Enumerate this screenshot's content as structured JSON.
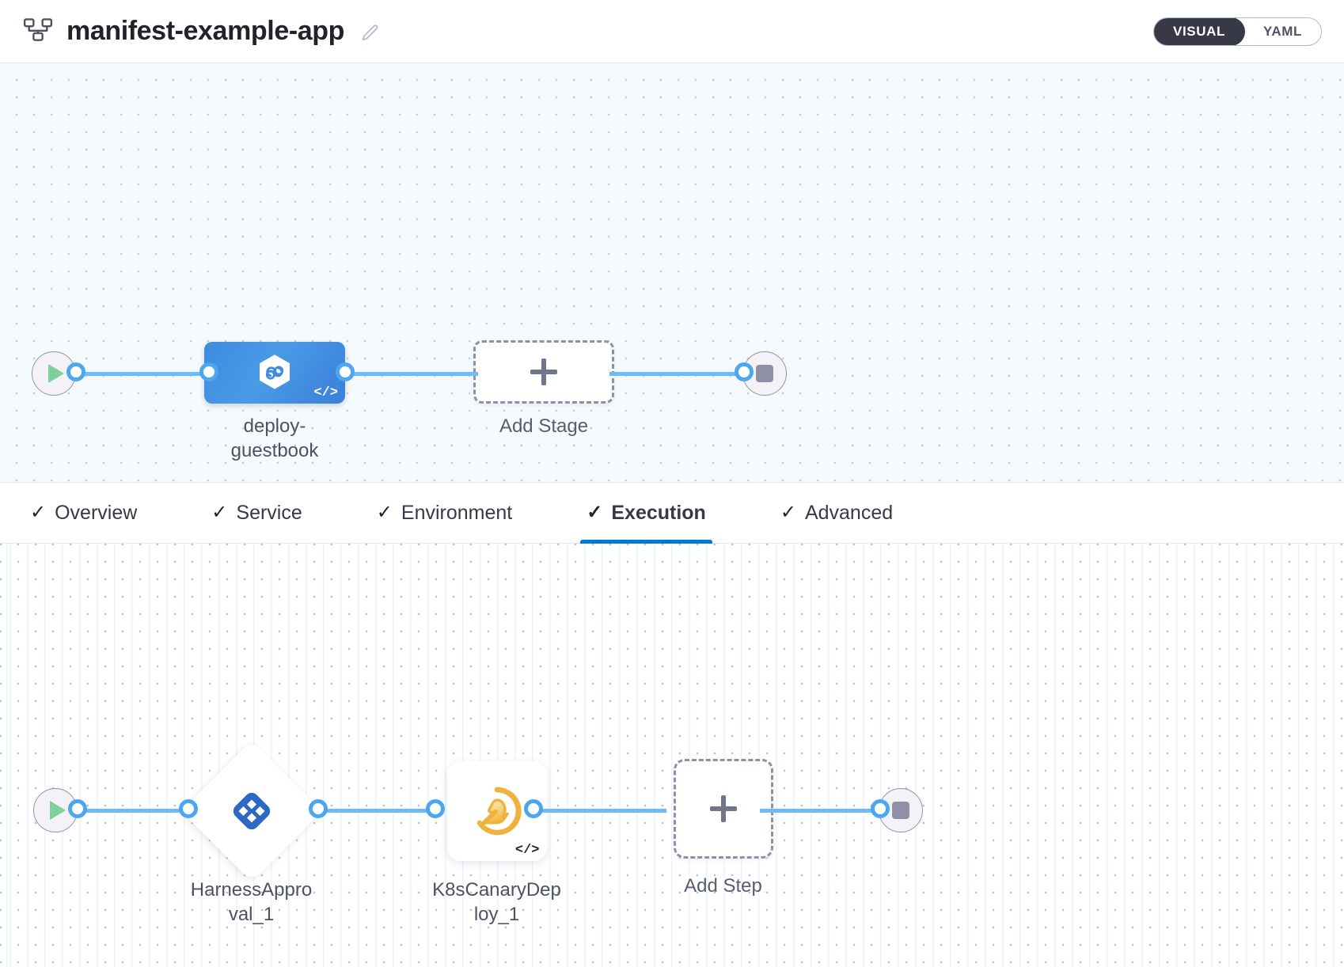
{
  "header": {
    "pipeline_icon": "pipeline-hierarchy-icon",
    "title": "manifest-example-app",
    "edit_icon": "edit-pencil-icon",
    "mode_toggle": {
      "options": [
        "VISUAL",
        "YAML"
      ],
      "selected": "VISUAL"
    }
  },
  "stage_canvas": {
    "start_node": {
      "icon": "play-icon"
    },
    "stage": {
      "label": "deploy-guestbook",
      "icon": "harness-cd-hexagon-icon",
      "code_badge": "</>",
      "color": "#3e8bdf"
    },
    "add_stage": {
      "label": "Add Stage",
      "icon": "plus-icon"
    },
    "end_node": {
      "icon": "stop-icon"
    }
  },
  "tabs": [
    {
      "label": "Overview",
      "check": "✓",
      "active": false
    },
    {
      "label": "Service",
      "check": "✓",
      "active": false
    },
    {
      "label": "Environment",
      "check": "✓",
      "active": false
    },
    {
      "label": "Execution",
      "check": "✓",
      "active": true
    },
    {
      "label": "Advanced",
      "check": "✓",
      "active": false
    }
  ],
  "execution_canvas": {
    "start_node": {
      "icon": "play-icon"
    },
    "steps": [
      {
        "label": "HarnessApproval_1",
        "icon": "harness-approval-icon",
        "shape": "diamond",
        "color": "#2c68c4"
      },
      {
        "label": "K8sCanaryDeploy_1",
        "icon": "canary-bird-icon",
        "shape": "square",
        "code_badge": "</>",
        "color": "#efb33d"
      }
    ],
    "add_step": {
      "label": "Add Step",
      "icon": "plus-icon"
    },
    "end_node": {
      "icon": "stop-icon"
    }
  },
  "theme": {
    "accent_blue": "#0278d5",
    "connector_blue": "#6dbcf5",
    "toggle_active_bg": "#383946",
    "canvas_top_bg": "#f4fafd",
    "canvas_bottom_bg": "#ffffff"
  }
}
